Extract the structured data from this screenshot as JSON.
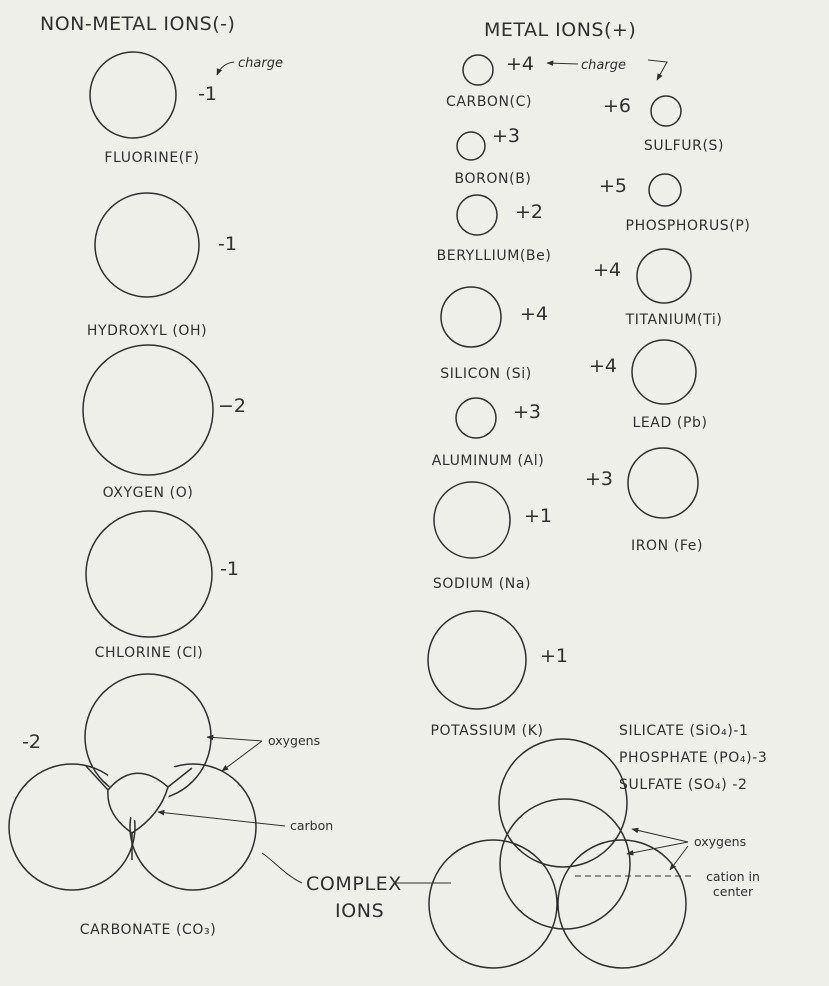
{
  "headings": {
    "nonmetal": "NON-METAL IONS(-)",
    "metal": "METAL IONS(+)"
  },
  "annotations": {
    "charge_left": "charge",
    "charge_right": "charge",
    "oxygens_left": "oxygens",
    "carbon": "carbon",
    "complex": "COMPLEX",
    "ions": "IONS",
    "oxygens_right": "oxygens",
    "cation_line1": "cation in",
    "cation_line2": "center"
  },
  "nonmetal_ions": [
    {
      "label": "FLUORINE(F)",
      "charge": "-1"
    },
    {
      "label": "HYDROXYL (OH)",
      "charge": "-1"
    },
    {
      "label": "OXYGEN (O)",
      "charge": "−2"
    },
    {
      "label": "CHLORINE (Cl)",
      "charge": "-1"
    }
  ],
  "metal_ions": [
    {
      "label": "CARBON(C)",
      "charge": "+4"
    },
    {
      "label": "BORON(B)",
      "charge": "+3"
    },
    {
      "label": "BERYLLIUM(Be)",
      "charge": "+2"
    },
    {
      "label": "SILICON (Si)",
      "charge": "+4"
    },
    {
      "label": "ALUMINUM (Al)",
      "charge": "+3"
    },
    {
      "label": "SODIUM (Na)",
      "charge": "+1"
    },
    {
      "label": "POTASSIUM (K)",
      "charge": "+1"
    },
    {
      "label": "SULFUR(S)",
      "charge": "+6"
    },
    {
      "label": "PHOSPHORUS(P)",
      "charge": "+5"
    },
    {
      "label": "TITANIUM(Ti)",
      "charge": "+4"
    },
    {
      "label": "LEAD (Pb)",
      "charge": "+4"
    },
    {
      "label": "IRON (Fe)",
      "charge": "+3"
    }
  ],
  "carbonate": {
    "label": "CARBONATE (CO₃)",
    "charge": "-2"
  },
  "complex_list": [
    "SILICATE (SiO₄)-1",
    "PHOSPHATE (PO₄)-3",
    "SULFATE (SO₄) -2"
  ]
}
